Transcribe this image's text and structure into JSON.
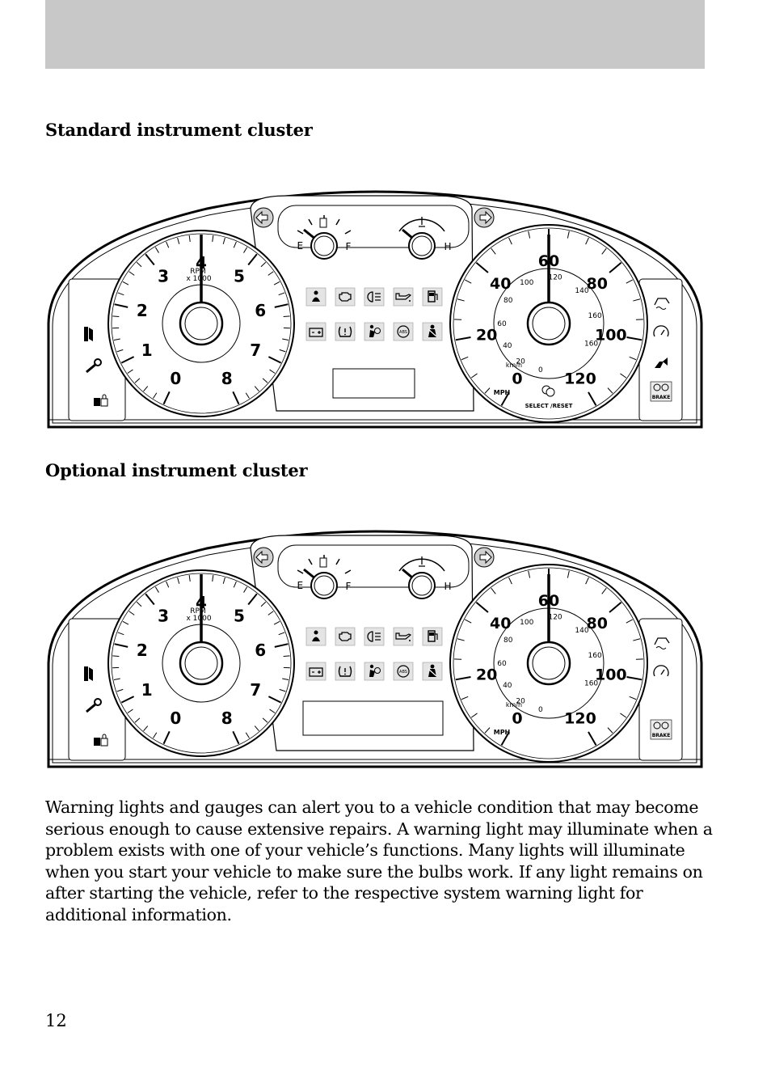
{
  "sections": [
    {
      "title": "Standard instrument cluster",
      "variant": "standard"
    },
    {
      "title": "Optional instrument cluster",
      "variant": "optional"
    }
  ],
  "cluster": {
    "tachometer": {
      "label": "RPM",
      "scale": "x 1000",
      "ticks": [
        "0",
        "1",
        "2",
        "3",
        "4",
        "5",
        "6",
        "7",
        "8"
      ]
    },
    "speedometer": {
      "mph_ticks": [
        "0",
        "20",
        "40",
        "60",
        "80",
        "100",
        "120"
      ],
      "kmh_ticks": [
        "0",
        "20",
        "40",
        "60",
        "80",
        "100",
        "120",
        "140",
        "160",
        "160"
      ],
      "mph_label": "MPH",
      "kmh_label": "km/h",
      "select_reset_label": "SELECT /RESET"
    },
    "fuel_gauge": {
      "full_label": "F",
      "empty_label": "E"
    },
    "temp_gauge": {
      "hot_label": "H"
    },
    "brake_label": "BRAKE",
    "warning_icons_row1": [
      "seatbelt-check-icon",
      "check-engine-icon",
      "headlamp-icon",
      "oil-pressure-icon",
      "low-fuel-icon"
    ],
    "warning_icons_row2": [
      "battery-icon",
      "tire-pressure-icon",
      "airbag-icon",
      "abs-icon",
      "seatbelt-icon"
    ],
    "left_icons": [
      "door-ajar-icon",
      "service-wrench-icon",
      "security-lock-icon"
    ],
    "right_icons_standard": [
      "traction-control-icon",
      "speed-control-icon",
      "auto-4wd-icon",
      "brake-icon"
    ],
    "right_icons_optional": [
      "traction-control-icon",
      "speed-control-icon",
      "brake-icon"
    ]
  },
  "body_text": "Warning lights and gauges can alert you to a vehicle condition that may become serious enough to cause extensive repairs. A warning light may illuminate when a problem exists with one of your vehicle’s functions. Many lights will illuminate when you start your vehicle to make sure the bulbs work. If any light remains on after starting the vehicle, refer to the respective system warning light for additional information.",
  "page_number": "12"
}
